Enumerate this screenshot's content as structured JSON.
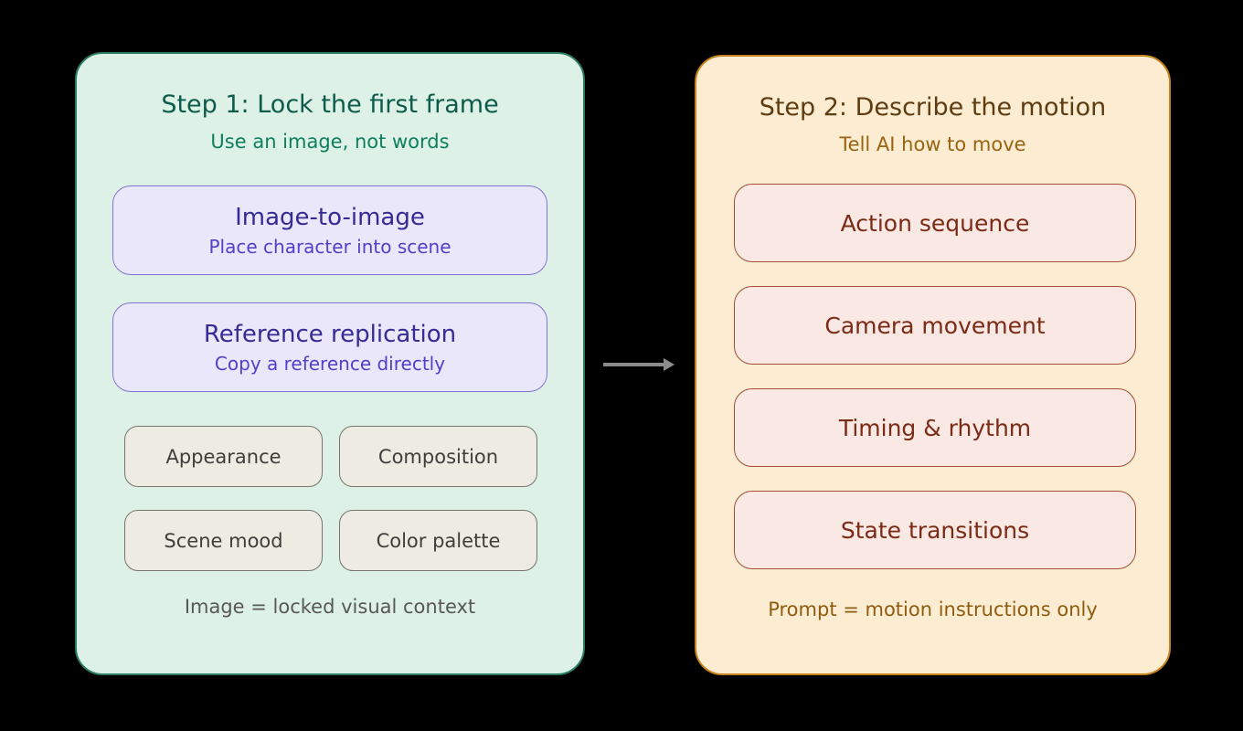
{
  "step1": {
    "title": "Step 1: Lock the first frame",
    "subtitle": "Use an image, not words",
    "methods": [
      {
        "title": "Image-to-image",
        "subtitle": "Place character into scene"
      },
      {
        "title": "Reference replication",
        "subtitle": "Copy a reference directly"
      }
    ],
    "attributes": [
      "Appearance",
      "Composition",
      "Scene mood",
      "Color palette"
    ],
    "caption": "Image = locked visual context",
    "colors": {
      "panel_bg": "#ddf1e6",
      "panel_border": "#2a7d63",
      "title_text": "#0d5c4b",
      "subtitle_text": "#0e7e5f",
      "method_bg": "#eae7fa",
      "method_border": "#7f74d2",
      "method_title_text": "#342b94",
      "method_subtitle_text": "#5140c8",
      "attribute_bg": "#eeebe3",
      "attribute_border": "#75756d",
      "attribute_text": "#3f3e3b",
      "caption_text": "#585856"
    }
  },
  "step2": {
    "title": "Step 2: Describe the motion",
    "subtitle": "Tell AI how to move",
    "items": [
      "Action sequence",
      "Camera movement",
      "Timing & rhythm",
      "State transitions"
    ],
    "caption": "Prompt = motion instructions only",
    "colors": {
      "panel_bg": "#fbecd2",
      "panel_border": "#c8821d",
      "title_text": "#5f3b10",
      "subtitle_text": "#996311",
      "item_bg": "#f9e8e4",
      "item_border": "#a24d36",
      "item_text": "#7b2b15",
      "caption_text": "#8e5c0e"
    }
  },
  "connector": {
    "color": "#8c8c8c"
  },
  "canvas": {
    "background": "#000000"
  }
}
